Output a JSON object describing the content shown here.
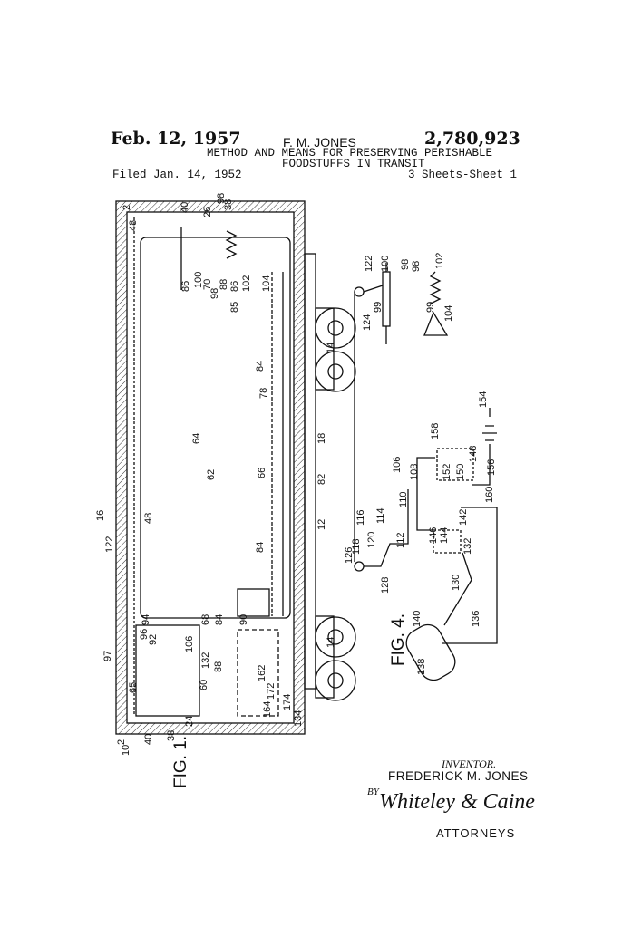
{
  "header": {
    "date": "Feb. 12, 1957",
    "inventor_short": "F. M. JONES",
    "patent_number": "2,780,923",
    "title_line1": "METHOD AND MEANS FOR PRESERVING PERISHABLE",
    "title_line2": "FOODSTUFFS IN TRANSIT",
    "filed": "Filed Jan. 14, 1952",
    "sheets": "3 Sheets-Sheet 1"
  },
  "figures": {
    "fig1_label": "FIG. 1.",
    "fig4_label": "FIG. 4.",
    "fig1_refs": [
      "2",
      "48",
      "40",
      "26",
      "98",
      "38",
      "86",
      "100",
      "70",
      "98",
      "88",
      "86",
      "85",
      "102",
      "104",
      "84",
      "78",
      "66",
      "64",
      "62",
      "48",
      "16",
      "122",
      "18",
      "82",
      "12",
      "84",
      "68",
      "84",
      "90",
      "94",
      "96",
      "92",
      "97",
      "65",
      "106",
      "132",
      "88",
      "60",
      "162",
      "172",
      "174",
      "164",
      "134",
      "14",
      "14",
      "24",
      "38",
      "40",
      "2",
      "10"
    ],
    "fig4_refs": [
      "122",
      "100",
      "98",
      "98",
      "102",
      "99",
      "99",
      "104",
      "124",
      "154",
      "148",
      "156",
      "158",
      "152",
      "150",
      "160",
      "106",
      "108",
      "116",
      "114",
      "110",
      "120",
      "118",
      "126",
      "112",
      "128",
      "146",
      "144",
      "142",
      "132",
      "130",
      "136",
      "140",
      "138"
    ]
  },
  "footer": {
    "inventor_label": "INVENTOR.",
    "inventor_name": "FREDERICK M. JONES",
    "by": "BY",
    "signature": "Whiteley & Caine",
    "attorneys": "ATTORNEYS"
  }
}
